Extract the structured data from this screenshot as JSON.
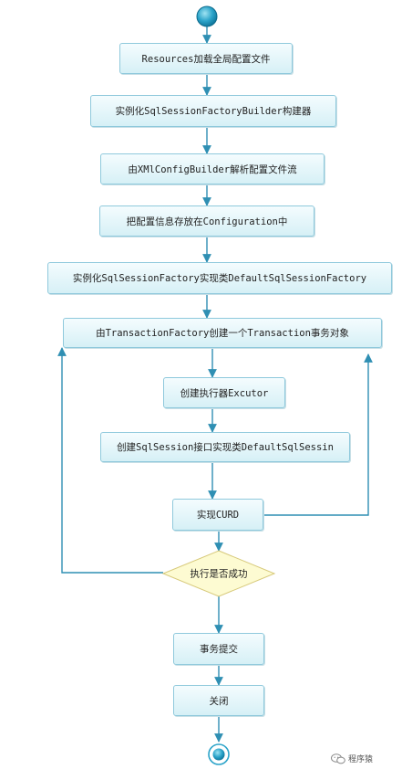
{
  "colors": {
    "node_border": "#8fc9dc",
    "node_fill_top": "#f4fcfe",
    "node_fill_bottom": "#d6f0f6",
    "arrow": "#2f8fb3",
    "decision_fill": "#fdfbd2",
    "decision_border": "#d7c97a"
  },
  "nodes": {
    "resources_load": "Resources加载全局配置文件",
    "builder_instantiate": "实例化SqlSessionFactoryBuilder构建器",
    "xml_parse": "由XMlConfigBuilder解析配置文件流",
    "store_config": "把配置信息存放在Configuration中",
    "factory_instantiate": "实例化SqlSessionFactory实现类DefaultSqlSessionFactory",
    "transaction_create": "由TransactionFactory创建一个Transaction事务对象",
    "executor_create": "创建执行器Excutor",
    "session_create": "创建SqlSession接口实现类DefaultSqlSessin",
    "curd": "实现CURD",
    "decision": "执行是否成功",
    "commit": "事务提交",
    "close": "关闭"
  },
  "watermark": {
    "icon": "wechat-bubble-icon",
    "text": "程序猿"
  }
}
